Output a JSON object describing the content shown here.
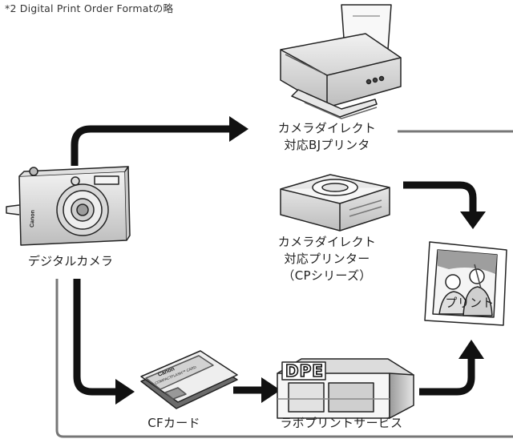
{
  "footnote": "*2 Digital Print Order Formatの略",
  "nodes": {
    "digital_camera": "デジタルカメラ",
    "direct_bj_printer": [
      "カメラダイレクト",
      "対応BJプリンタ"
    ],
    "direct_cp_printer": [
      "カメラダイレクト",
      "対応プリンター",
      "（CPシリーズ）"
    ],
    "print": "プリント",
    "cf_card": "CFカード",
    "lab_service": "ラボプリントサービス",
    "lab_sign": "DPE",
    "camera_brand": "Canon",
    "card_brand": "Canon",
    "card_text": "COMPACTFLASH™ CARD"
  }
}
